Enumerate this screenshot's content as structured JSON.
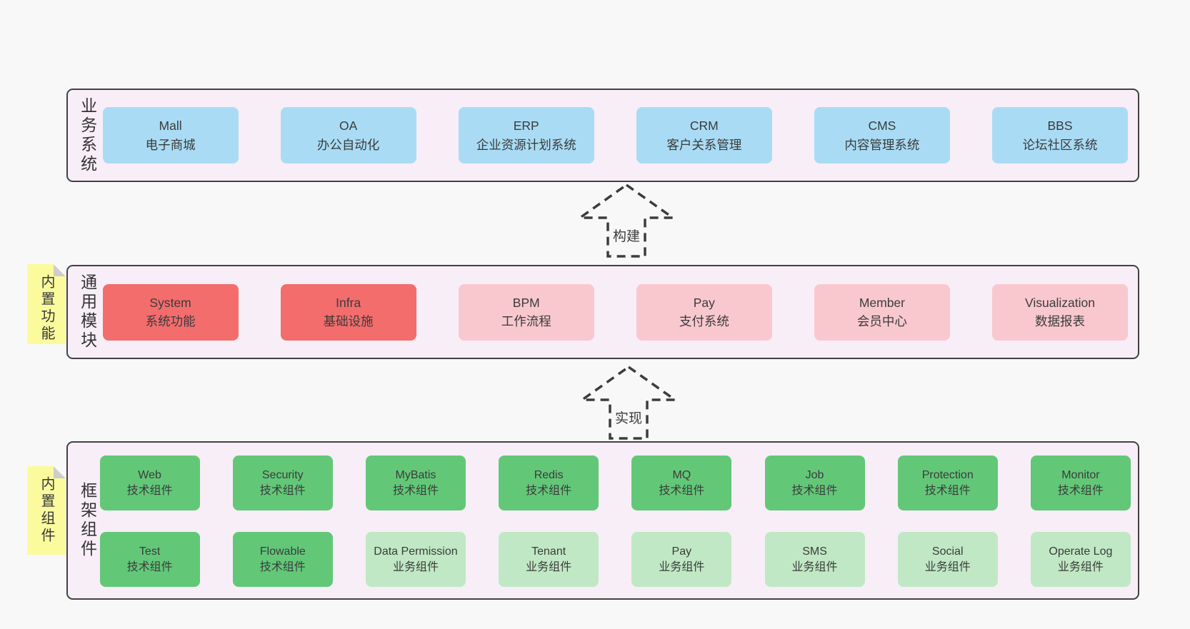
{
  "diagram": {
    "arrows": [
      {
        "label": "构建"
      },
      {
        "label": "实现"
      }
    ],
    "layers": [
      {
        "title": "业务系统",
        "rows": [
          [
            {
              "name": "Mall",
              "desc": "电子商城"
            },
            {
              "name": "OA",
              "desc": "办公自动化"
            },
            {
              "name": "ERP",
              "desc": "企业资源计划系统"
            },
            {
              "name": "CRM",
              "desc": "客户关系管理"
            },
            {
              "name": "CMS",
              "desc": "内容管理系统"
            },
            {
              "name": "BBS",
              "desc": "论坛社区系统"
            }
          ]
        ]
      },
      {
        "title": "通用模块",
        "note": "内置功能",
        "rows": [
          [
            {
              "name": "System",
              "desc": "系统功能"
            },
            {
              "name": "Infra",
              "desc": "基础设施"
            },
            {
              "name": "BPM",
              "desc": "工作流程"
            },
            {
              "name": "Pay",
              "desc": "支付系统"
            },
            {
              "name": "Member",
              "desc": "会员中心"
            },
            {
              "name": "Visualization",
              "desc": "数据报表"
            }
          ]
        ]
      },
      {
        "title": "框架组件",
        "note": "内置组件",
        "rows": [
          [
            {
              "name": "Web",
              "desc": "技术组件"
            },
            {
              "name": "Security",
              "desc": "技术组件"
            },
            {
              "name": "MyBatis",
              "desc": "技术组件"
            },
            {
              "name": "Redis",
              "desc": "技术组件"
            },
            {
              "name": "MQ",
              "desc": "技术组件"
            },
            {
              "name": "Job",
              "desc": "技术组件"
            },
            {
              "name": "Protection",
              "desc": "技术组件"
            },
            {
              "name": "Monitor",
              "desc": "技术组件"
            }
          ],
          [
            {
              "name": "Test",
              "desc": "技术组件"
            },
            {
              "name": "Flowable",
              "desc": "技术组件"
            },
            {
              "name": "Data Permission",
              "desc": "业务组件"
            },
            {
              "name": "Tenant",
              "desc": "业务组件"
            },
            {
              "name": "Pay",
              "desc": "业务组件"
            },
            {
              "name": "SMS",
              "desc": "业务组件"
            },
            {
              "name": "Social",
              "desc": "业务组件"
            },
            {
              "name": "Operate Log",
              "desc": "业务组件"
            }
          ]
        ]
      }
    ],
    "colors": {
      "page_bg": "#f8f8f8",
      "layer_bg": "#f8eef7",
      "layer_border": "#424242",
      "business_box": "#a9dcf4",
      "core_module_box": "#f36d6d",
      "module_box": "#f9c8cf",
      "tech_component_box": "#62c878",
      "biz_component_box": "#c0e8c4",
      "sticky_note": "#fbfb9e",
      "sticky_fold": "#cdcdcd",
      "text": "#3b3b3b"
    }
  }
}
